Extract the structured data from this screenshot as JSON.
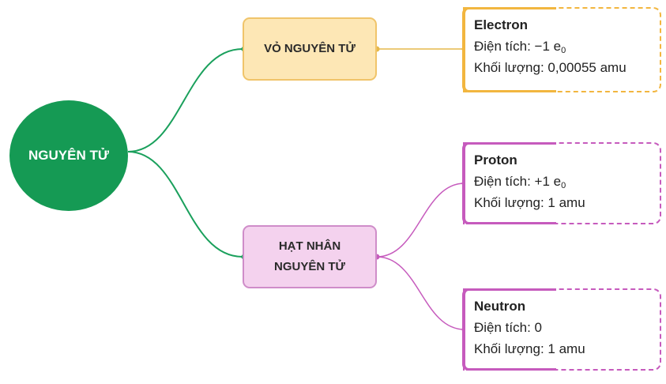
{
  "root": {
    "label": "NGUYÊN TỬ",
    "color": "#159a54"
  },
  "branches": [
    {
      "id": "shell",
      "label_lines": [
        "VỎ NGUYÊN TỬ"
      ],
      "fill": "#fde7b5",
      "line_color": "#e6b84b"
    },
    {
      "id": "nucleus",
      "label_lines": [
        "HẠT NHÂN",
        "NGUYÊN TỬ"
      ],
      "fill": "#f4d2ee",
      "line_color": "#c65bbd"
    }
  ],
  "particles": [
    {
      "id": "electron",
      "name": "Electron",
      "charge_label": "Điện tích:",
      "charge_value": "−1 e",
      "charge_sub": "0",
      "mass_label": "Khối lượng:",
      "mass_value": "0,00055 amu"
    },
    {
      "id": "proton",
      "name": "Proton",
      "charge_label": "Điện tích:",
      "charge_value": "+1 e",
      "charge_sub": "0",
      "mass_label": "Khối lượng:",
      "mass_value": "1 amu"
    },
    {
      "id": "neutron",
      "name": "Neutron",
      "charge_label": "Điện tích:",
      "charge_value": "0",
      "charge_sub": "",
      "mass_label": "Khối lượng:",
      "mass_value": "1 amu"
    }
  ]
}
